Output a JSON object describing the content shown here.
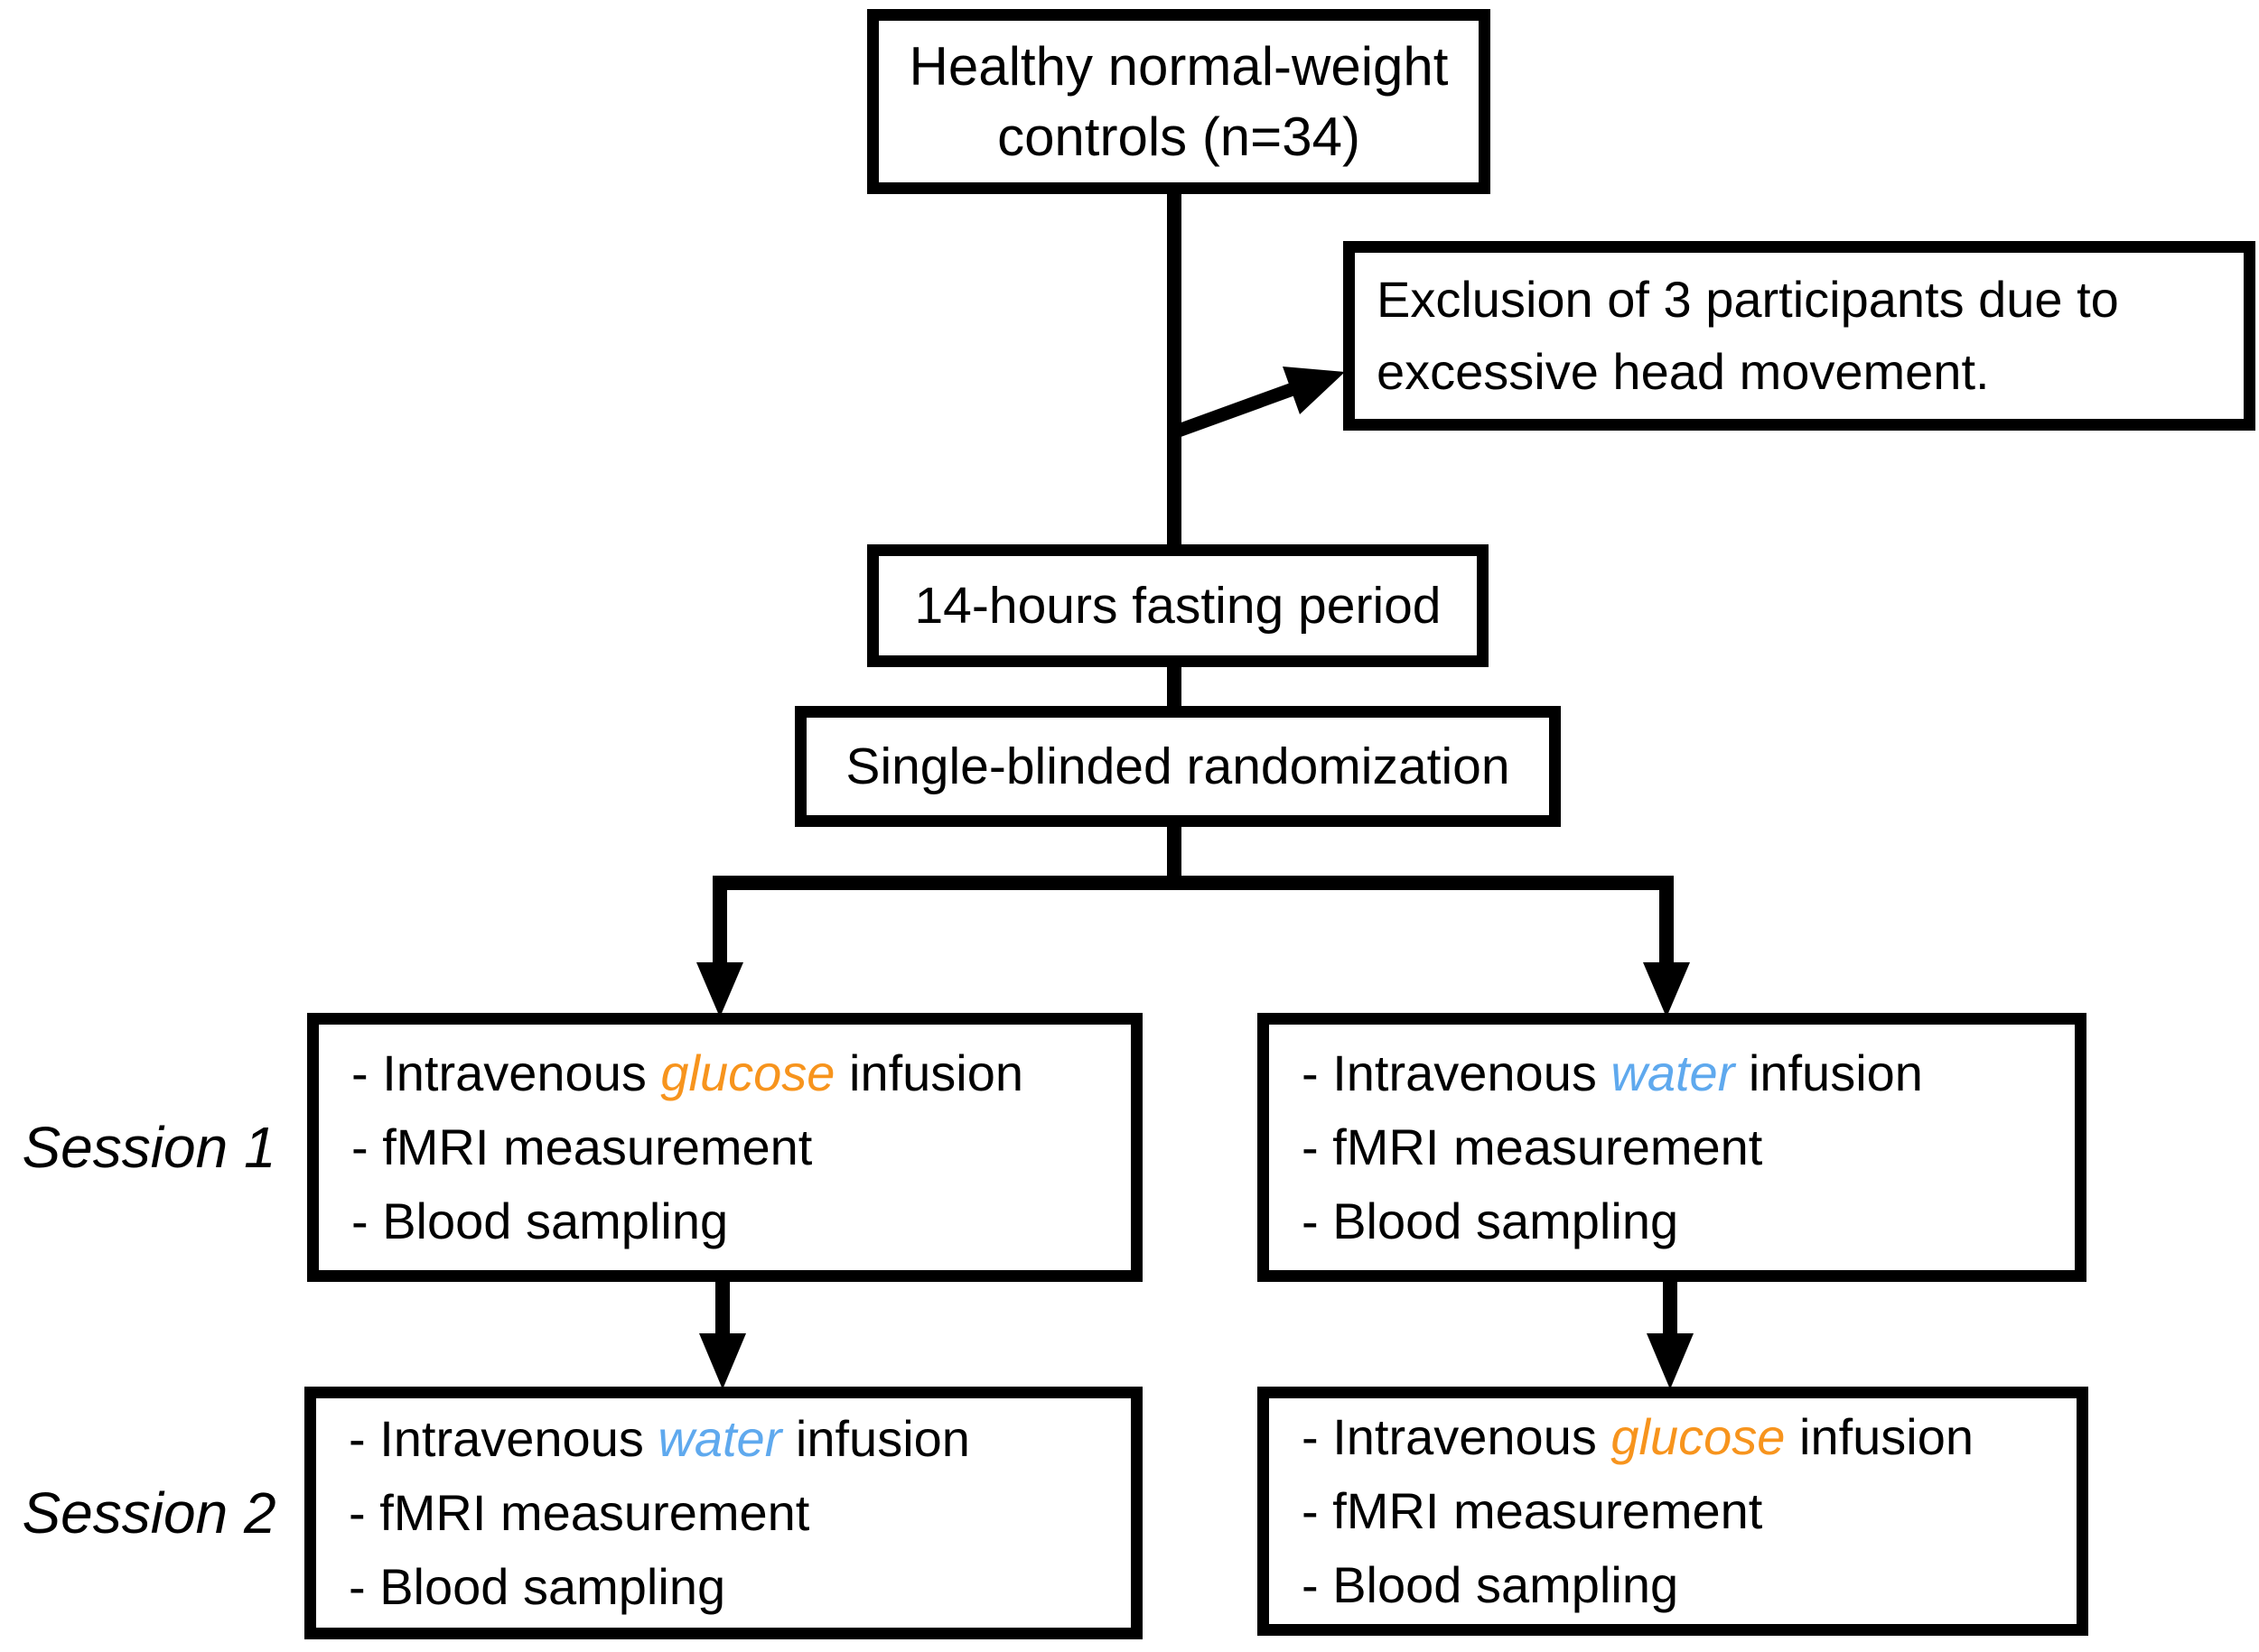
{
  "diagram": {
    "top_box": {
      "line1": "Healthy normal-weight",
      "line2": "controls (n=34)"
    },
    "exclusion_box": {
      "line1": "Exclusion of 3 participants due to",
      "line2": "excessive head movement."
    },
    "fasting_box": {
      "label": "14-hours fasting period"
    },
    "randomization_box": {
      "label": "Single-blinded randomization"
    },
    "session1": {
      "label": "Session 1",
      "left_box": {
        "item1_prefix": "- Intravenous ",
        "item1_highlight": "glucose",
        "item1_suffix": " infusion",
        "item2": "- fMRI measurement",
        "item3": "- Blood sampling"
      },
      "right_box": {
        "item1_prefix": "- Intravenous ",
        "item1_highlight": "water",
        "item1_suffix": " infusion",
        "item2": "- fMRI measurement",
        "item3": "- Blood sampling"
      }
    },
    "session2": {
      "label": "Session 2",
      "left_box": {
        "item1_prefix": "- Intravenous ",
        "item1_highlight": "water",
        "item1_suffix": " infusion",
        "item2": "- fMRI measurement",
        "item3": "- Blood sampling"
      },
      "right_box": {
        "item1_prefix": "- Intravenous ",
        "item1_highlight": "glucose",
        "item1_suffix": " infusion",
        "item2": "- fMRI measurement",
        "item3": "- Blood sampling"
      }
    },
    "colors": {
      "glucose": "#F7941D",
      "water": "#5FA9EE",
      "line": "#000000",
      "text": "#000000",
      "background": "#FFFFFF"
    }
  }
}
